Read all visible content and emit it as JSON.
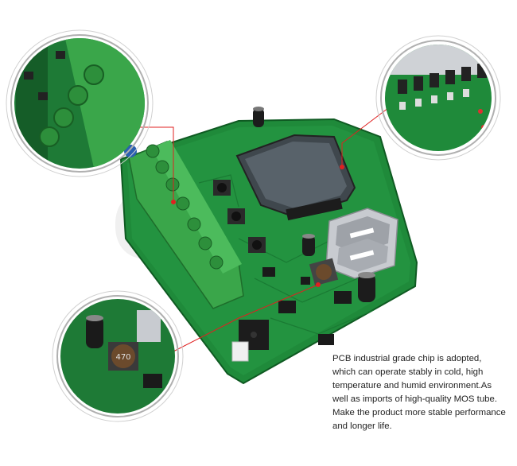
{
  "caption": {
    "lines": [
      "PCB industrial grade chip is adopted,",
      "which can operate stably in cold, high",
      "temperature and humid environment.As",
      "well as imports of high-quality MOS tube.",
      "Make the product more stable performance",
      "and longer life."
    ]
  },
  "watermark": {
    "text": "CN"
  },
  "board": {
    "inductor_marking": "470"
  },
  "colors": {
    "pcb_green": "#1f8a3a",
    "pcb_dark": "#0f5a22",
    "terminal_green": "#3aa64a",
    "lcd": "#4a5258",
    "usb_silver": "#c8cbd0",
    "callout_red": "#e02020",
    "ring_gray": "#b0b0b0"
  }
}
